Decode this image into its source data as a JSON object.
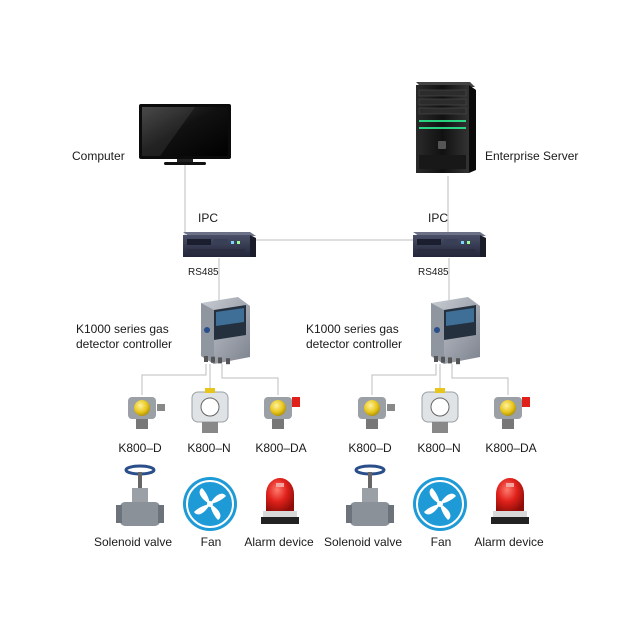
{
  "top": {
    "computer_label": "Computer",
    "server_label": "Enterprise Server"
  },
  "groups": [
    {
      "ipc_label": "IPC",
      "rs485_label": "RS485",
      "controller_label_line1": "K1000 series gas",
      "controller_label_line2": "detector controller",
      "detectors": [
        "K800–D",
        "K800–N",
        "K800–DA"
      ],
      "devices": [
        "Solenoid valve",
        "Fan",
        "Alarm device"
      ]
    },
    {
      "ipc_label": "IPC",
      "rs485_label": "RS485",
      "controller_label_line1": "K1000 series gas",
      "controller_label_line2": "detector controller",
      "detectors": [
        "K800–D",
        "K800–N",
        "K800–DA"
      ],
      "devices": [
        "Solenoid valve",
        "Fan",
        "Alarm device"
      ]
    }
  ],
  "colors": {
    "wire": "#bdbdbd",
    "fan_blue": "#1e9bd7",
    "alarm_red": "#e0211b",
    "detector_yellow": "#e8c51a",
    "valve_blue": "#2a4e8a"
  },
  "icons": {
    "computer": "monitor-icon",
    "server": "tower-server-icon",
    "ipc": "rack-ipc-icon",
    "controller": "gas-controller-icon",
    "detector": "gas-detector-icon",
    "valve": "solenoid-valve-icon",
    "fan": "fan-icon",
    "alarm": "alarm-light-icon"
  }
}
